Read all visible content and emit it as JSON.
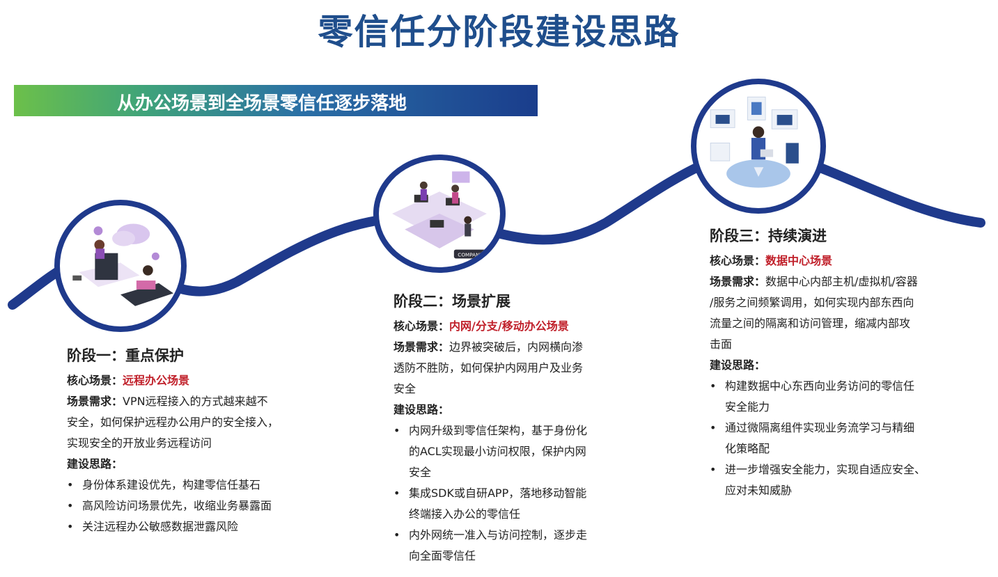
{
  "title": "零信任分阶段建设思路",
  "banner": "从办公场景到全场景零信任逐步落地",
  "colors": {
    "title": "#1f4e8c",
    "curve": "#1f3a8c",
    "highlight": "#c0202a"
  },
  "stages": [
    {
      "heading": "阶段一：重点保护",
      "core_label": "核心场景：",
      "core_value": "远程办公场景",
      "need_label": "场景需求：",
      "need_text": [
        "VPN远程接入的方式越来越不",
        "安全，如何保护远程办公用户的安全接入，",
        "实现安全的开放业务远程访问"
      ],
      "build_label": "建设思路：",
      "bullets": [
        [
          "身份体系建设优先，构建零信任基石"
        ],
        [
          "高风险访问场景优先，收缩业务暴露面"
        ],
        [
          "关注远程办公敏感数据泄露风险"
        ]
      ],
      "illustration": "remote-office-illustration"
    },
    {
      "heading": "阶段二：场景扩展",
      "core_label": "核心场景：",
      "core_value": "内网/分支/移动办公场景",
      "need_label": "场景需求：",
      "need_text": [
        "边界被突破后，内网横向渗",
        "透防不胜防，如何保护内网用户及业务",
        "安全"
      ],
      "build_label": "建设思路：",
      "bullets": [
        [
          "内网升级到零信任架构，基于身份化",
          "的ACL实现最小访问权限，保护内网",
          "安全"
        ],
        [
          "集成SDK或自研APP，落地移动智能",
          "终端接入办公的零信任"
        ],
        [
          "内外网统一准入与访问控制，逐步走",
          "向全面零信任"
        ]
      ],
      "illustration": "company-office-illustration",
      "badge": "COMPANY"
    },
    {
      "heading": "阶段三：持续演进",
      "core_label": "核心场景：",
      "core_value": "数据中心场景",
      "need_label": "场景需求：",
      "need_text": [
        "数据中心内部主机/虚拟机/容器",
        "/服务之间频繁调用，如何实现内部东西向",
        "流量之间的隔离和访问管理，缩减内部攻",
        "击面"
      ],
      "build_label": "建设思路：",
      "bullets": [
        [
          "构建数据中心东西向业务访问的零信任",
          "安全能力"
        ],
        [
          "通过微隔离组件实现业务流学习与精细",
          "化策略配"
        ],
        [
          "进一步增强安全能力，实现自适应安全、",
          "应对未知威胁"
        ]
      ],
      "illustration": "data-center-illustration"
    }
  ]
}
